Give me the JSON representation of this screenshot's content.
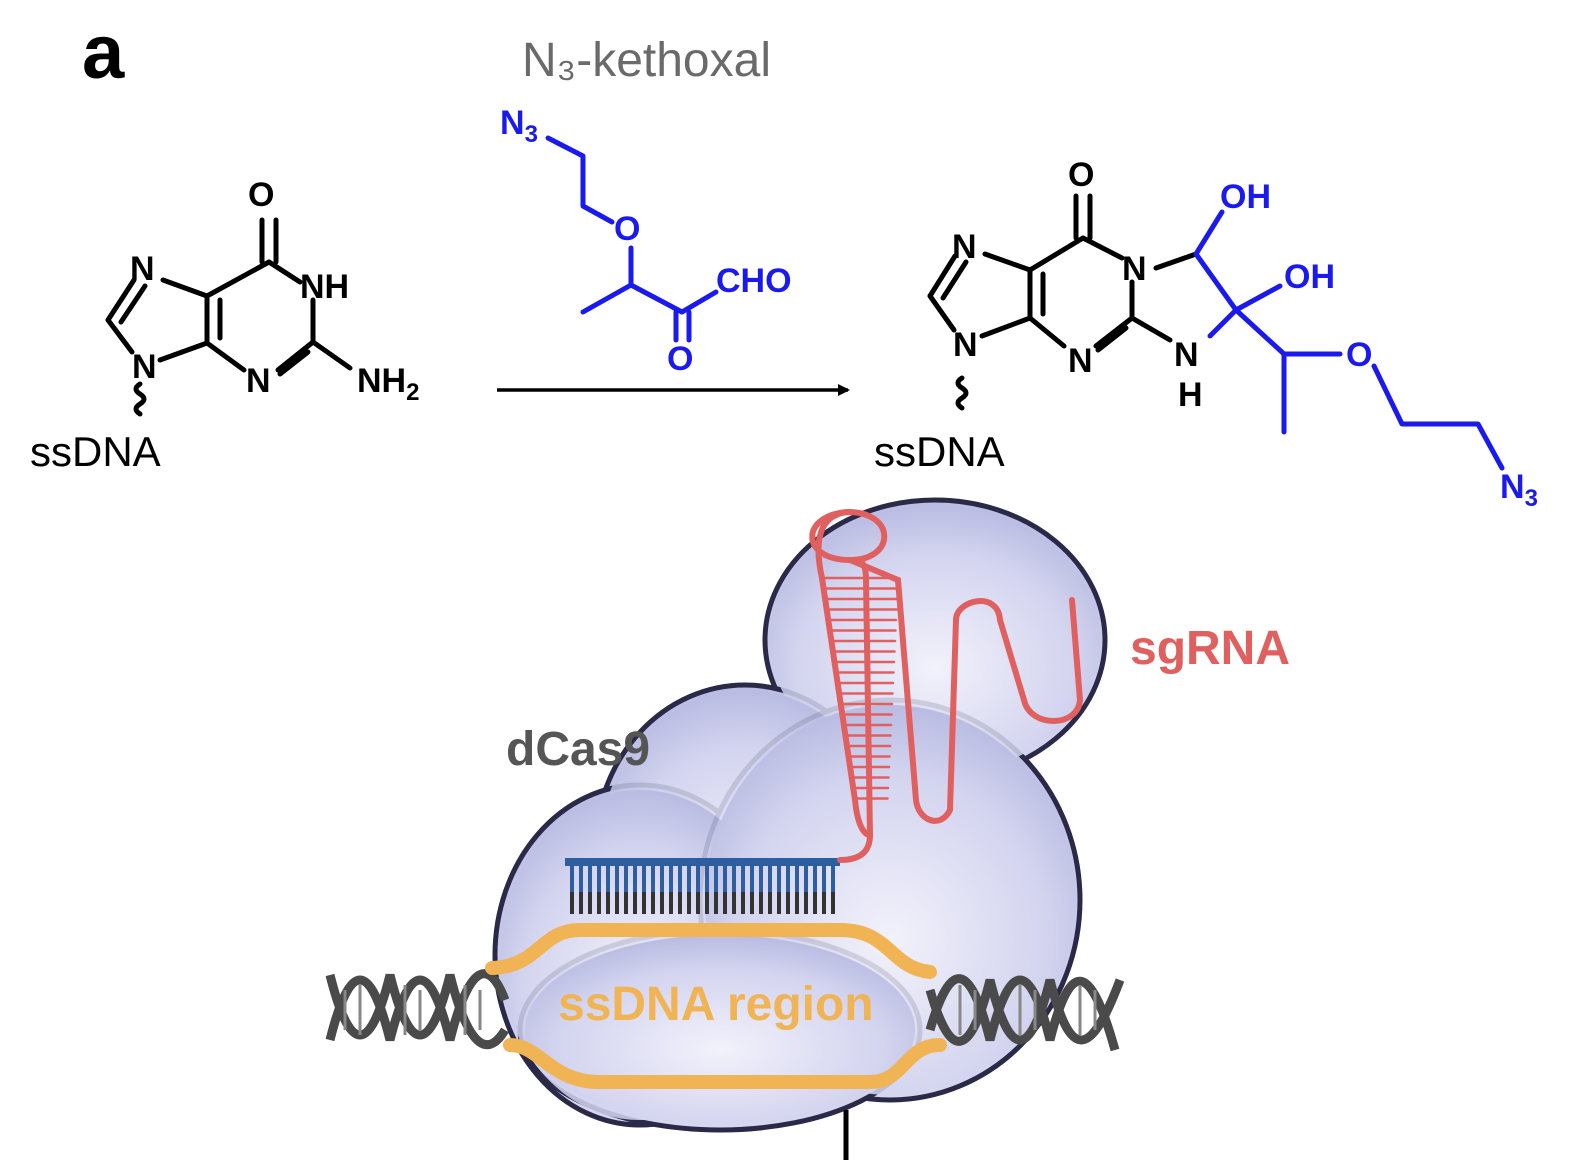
{
  "panel_label": "a",
  "reagent_name": "N₃-kethoxal",
  "colors": {
    "reagent_blue": "#1a1aee",
    "sgrna_red": "#e06060",
    "ssdna_orange": "#f0b455",
    "dna_gray": "#4a4a4a",
    "protein_lavender": "#c7c9ec",
    "label_gray": "#555555",
    "guide_blue": "#2d5fa0"
  },
  "guanine": {
    "O": "O",
    "N7": "N",
    "N1H": "NH",
    "N9": "N",
    "N3": "N",
    "NH2": "NH",
    "NH2_sub": "2",
    "substituent": "ssDNA"
  },
  "reagent": {
    "N3": "N",
    "N3_sub": "3",
    "O_ether": "O",
    "CHO": "CHO",
    "O_keto": "O"
  },
  "product": {
    "O": "O",
    "N7": "N",
    "N1": "N",
    "N9": "N",
    "N3": "N",
    "NH": "N",
    "H": "H",
    "OH1": "OH",
    "OH2": "OH",
    "O_ether": "O",
    "N3_azide": "N",
    "N3_sub": "3",
    "substituent": "ssDNA"
  },
  "complex_labels": {
    "protein": "dCas9",
    "rna": "sgRNA",
    "ssdna": "ssDNA region"
  }
}
